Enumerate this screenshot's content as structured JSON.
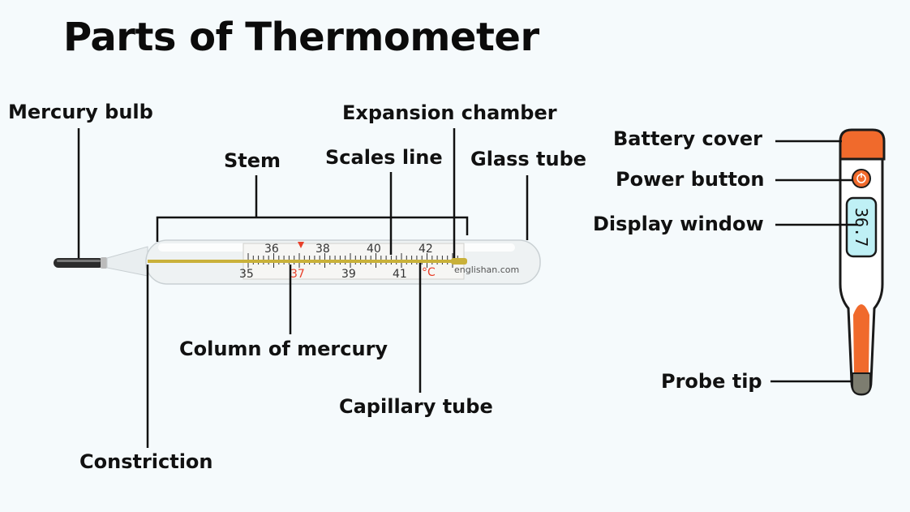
{
  "title": "Parts of Thermometer",
  "labels": {
    "mercury_bulb": "Mercury bulb",
    "stem": "Stem",
    "scales_line": "Scales line",
    "expansion_chamber": "Expansion chamber",
    "glass_tube": "Glass tube",
    "column_of_mercury": "Column of mercury",
    "capillary_tube": "Capillary tube",
    "constriction": "Constriction",
    "battery_cover": "Battery cover",
    "power_button": "Power button",
    "display_window": "Display window",
    "probe_tip": "Probe tip"
  },
  "scale": {
    "top_numbers": [
      "36",
      "38",
      "40",
      "42"
    ],
    "bottom_numbers": [
      "35",
      "37",
      "39",
      "41"
    ],
    "unit": "°C",
    "watermark": "englishan.com"
  },
  "digital": {
    "display_value": "36.7"
  },
  "colors": {
    "orange": "#f06a2c",
    "display_bg": "#bff0f5",
    "mercury": "#c9b13a",
    "scale_red": "#e8402a"
  }
}
